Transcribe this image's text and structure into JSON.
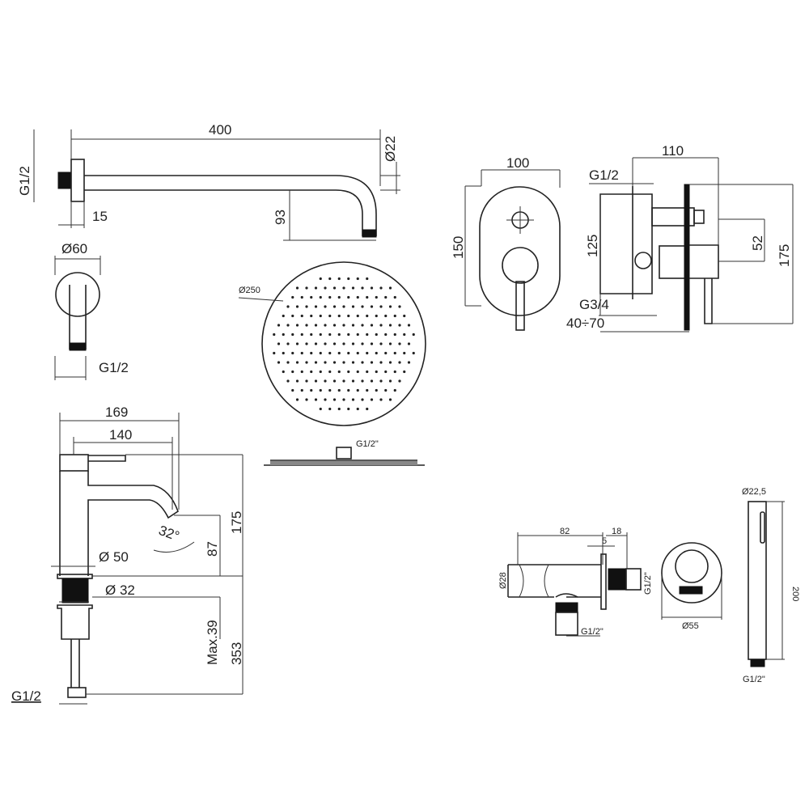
{
  "shower_arm": {
    "length": "400",
    "diameter": "Ø22",
    "thread": "G1/2",
    "offset": "15",
    "drop": "93"
  },
  "wall_flange": {
    "diameter": "Ø60",
    "thread": "G1/2"
  },
  "shower_head": {
    "diameter": "Ø250",
    "thread": "G1/2\""
  },
  "mixer_front": {
    "width": "100",
    "height": "150"
  },
  "mixer_side": {
    "depth": "110",
    "inlet": "G1/2",
    "body_height": "125",
    "outlet_spacing": "52",
    "total_height": "175",
    "outlet": "G3/4",
    "wall_depth": "40÷70"
  },
  "basin_faucet": {
    "reach_total": "169",
    "reach_spout": "140",
    "height": "175",
    "angle": "32°",
    "spout_height": "87",
    "base_diameter": "Ø 50",
    "shank_diameter": "Ø 32",
    "max_deck": "Max.39",
    "hose_length": "353",
    "thread": "G1/2"
  },
  "wall_outlet": {
    "length": "82",
    "flange": "18",
    "gap": "5",
    "diameter": "Ø28",
    "thread_side": "G1/2\"",
    "thread_bottom": "G1/2\"",
    "front_diameter": "Ø55"
  },
  "hand_shower": {
    "diameter": "Ø22,5",
    "length": "200",
    "thread": "G1/2\""
  }
}
